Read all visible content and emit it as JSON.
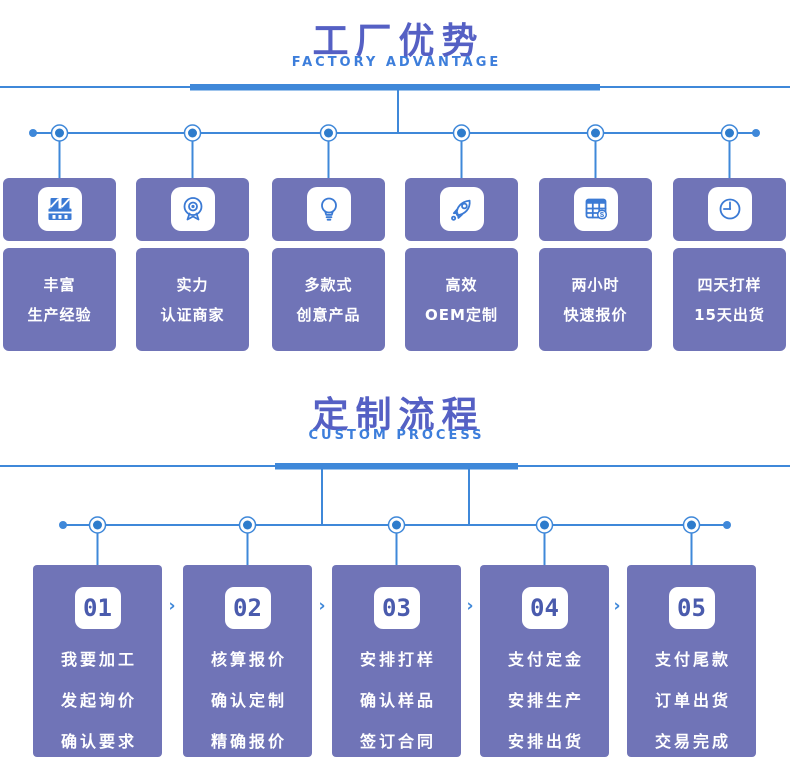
{
  "colors": {
    "title-purple": "#5560c4",
    "subtitle-blue": "#3d7edb",
    "connector-blue": "#3f88d9",
    "node-fill-blue": "#2e7ccc",
    "card-purple": "#7074b7",
    "icon-blue": "#3b7ad4",
    "step-number-blue": "#4a5bad",
    "card-text-white": "#ffffff"
  },
  "chevron": "›",
  "sections": [
    {
      "title": "工厂优势",
      "subtitle": "FACTORY ADVANTAGE",
      "cards": [
        {
          "icon": "factory-icon",
          "lines": [
            "丰富",
            "生产经验"
          ]
        },
        {
          "icon": "medal-icon",
          "lines": [
            "实力",
            "认证商家"
          ]
        },
        {
          "icon": "lightbulb-icon",
          "lines": [
            "多款式",
            "创意产品"
          ]
        },
        {
          "icon": "rocket-icon",
          "lines": [
            "高效",
            "OEM定制"
          ]
        },
        {
          "icon": "calculator-icon",
          "lines": [
            "两小时",
            "快速报价"
          ]
        },
        {
          "icon": "clock-icon",
          "lines": [
            "四天打样",
            "15天出货"
          ]
        }
      ]
    },
    {
      "title": "定制流程",
      "subtitle": "CUSTOM PROCESS",
      "steps": [
        {
          "number": "01",
          "lines": [
            "我要加工",
            "发起询价",
            "确认要求"
          ]
        },
        {
          "number": "02",
          "lines": [
            "核算报价",
            "确认定制",
            "精确报价"
          ]
        },
        {
          "number": "03",
          "lines": [
            "安排打样",
            "确认样品",
            "签订合同"
          ]
        },
        {
          "number": "04",
          "lines": [
            "支付定金",
            "安排生产",
            "安排出货"
          ]
        },
        {
          "number": "05",
          "lines": [
            "支付尾款",
            "订单出货",
            "交易完成"
          ]
        }
      ]
    }
  ]
}
